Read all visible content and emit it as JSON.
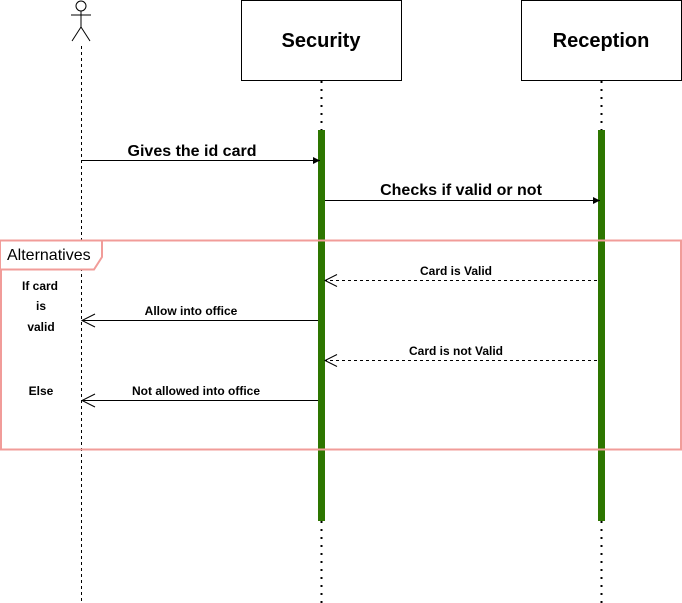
{
  "participants": {
    "security": "Security",
    "reception": "Reception"
  },
  "messages": {
    "m1": "Gives the id card",
    "m2": "Checks if valid or not",
    "m3": "Card is Valid",
    "m4": "Allow into office",
    "m5": "Card is not Valid",
    "m6": "Not allowed into office"
  },
  "fragment": {
    "title": "Alternatives",
    "guard1": [
      "If card",
      "is",
      "valid"
    ],
    "guard2": "Else"
  },
  "colors": {
    "activation": "#2d7600",
    "frame": "#f19c99",
    "line": "#000000"
  }
}
